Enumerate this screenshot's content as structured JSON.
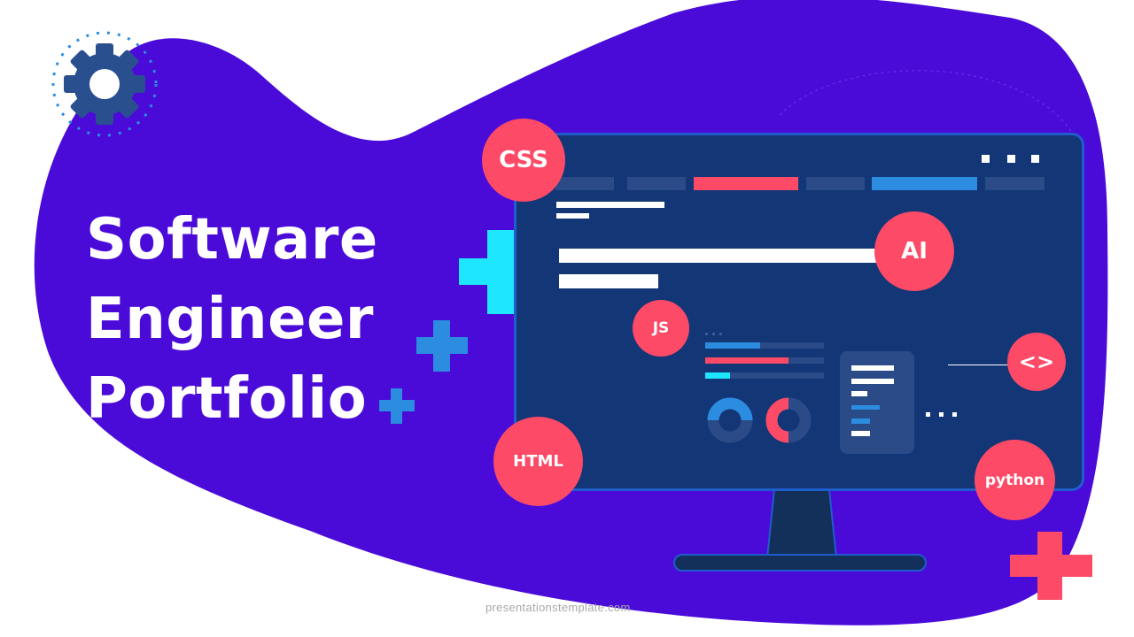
{
  "slide": {
    "title_lines": [
      "Software",
      "Engineer",
      "Portfolio"
    ],
    "footer": "presentationstemplate.com"
  },
  "badges": {
    "css": "CSS",
    "ai": "AI",
    "js": "JS",
    "html": "HTML",
    "code": "<>",
    "python": "python"
  },
  "icons": {
    "gear": "gear-icon",
    "plus": "plus-icon",
    "window_dots": "more-dots-icon"
  },
  "colors": {
    "blob": "#4a0bd9",
    "screen": "#133676",
    "screen_border": "#1f5ccc",
    "accent_red": "#fc4a67",
    "accent_blue": "#2b8ce0",
    "accent_cyan": "#1ee6ff",
    "gear": "#2a4f8f",
    "muted_tab": "#2a4a88"
  },
  "dashboard": {
    "tabs": [
      {
        "color": "#2a4a88",
        "width": 64
      },
      {
        "color": "#2a4a88",
        "width": 66
      },
      {
        "color": "#fc4a67",
        "width": 118
      },
      {
        "color": "#2a4a88",
        "width": 66
      },
      {
        "color": "#2b8ce0",
        "width": 118
      },
      {
        "color": "#2a4a88",
        "width": 66
      }
    ],
    "progress": [
      {
        "color": "#2b8ce0",
        "percent": 46
      },
      {
        "color": "#fc4a67",
        "percent": 70
      },
      {
        "color": "#1ee6ff",
        "percent": 21
      }
    ],
    "donuts": [
      {
        "color": "#2b8ce0",
        "percent": 50
      },
      {
        "color": "#fc4a67",
        "percent": 50
      }
    ]
  }
}
